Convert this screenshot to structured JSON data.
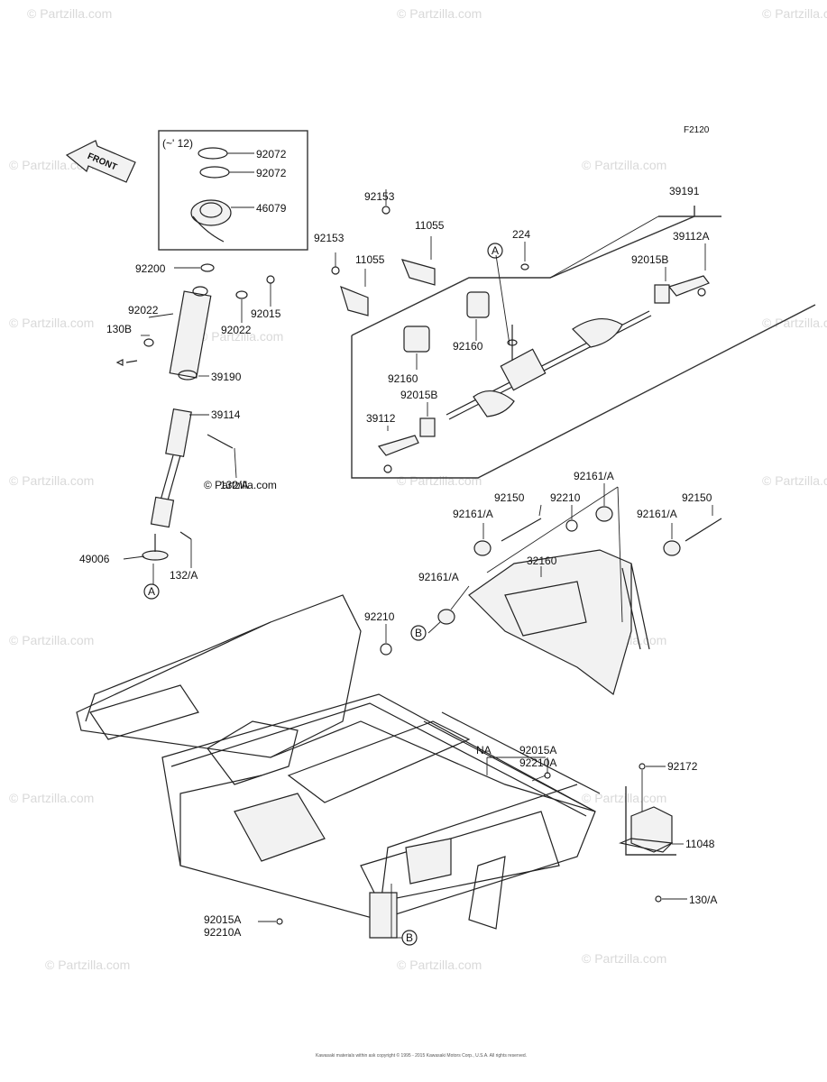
{
  "diagram_code": "F2120",
  "watermark": "© Partzilla.com",
  "inset_note": "(~' 12)",
  "front_arrow_label": "FRONT",
  "labels": {
    "p92072a": "92072",
    "p92072b": "92072",
    "p46079": "46079",
    "p92200": "92200",
    "p92022a": "92022",
    "p92022b": "92022",
    "p92015": "92015",
    "p130B": "130B",
    "p39190": "39190",
    "p39114": "39114",
    "p132A_a": "132/A",
    "p132A_b": "132/A",
    "p49006": "49006",
    "refA_left": "A",
    "p92153a": "92153",
    "p92153b": "92153",
    "p11055a": "11055",
    "p11055b": "11055",
    "p92160a": "92160",
    "p92160b": "92160",
    "refA_rack": "A",
    "p224": "224",
    "p39191": "39191",
    "p39112A": "39112A",
    "p92015B_a": "92015B",
    "p92015B_b": "92015B",
    "p39112": "39112",
    "p92161A_a": "92161/A",
    "p92161A_b": "92161/A",
    "p92161A_c": "92161/A",
    "p92161A_d": "92161/A",
    "p92150a": "92150",
    "p92150b": "92150",
    "p92210a": "92210",
    "p92210b": "92210",
    "p32160": "32160",
    "refB_arm": "B",
    "p92015A_a": "92015A",
    "p92210A_a": "92210A",
    "pNA": "NA",
    "p92172": "92172",
    "p11048": "11048",
    "p130A": "130/A",
    "p92015A_b": "92015A",
    "p92210A_b": "92210A",
    "refB_frame": "B"
  },
  "footer_text": "Kawasaki materials within ask copyright © 1995 - 2015 Kawasaki Motors Corp., U.S.A. All rights reserved."
}
